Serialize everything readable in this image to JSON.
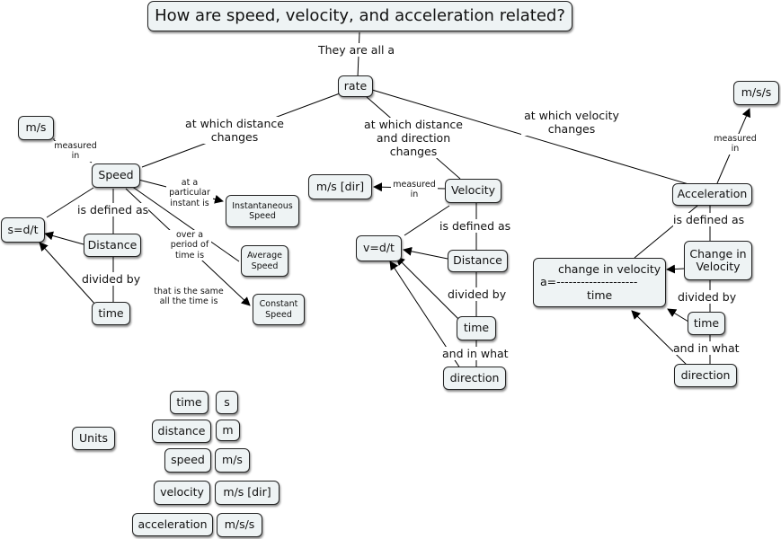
{
  "title": "How are speed, velocity, and acceleration related?",
  "nodes": {
    "rate": "rate",
    "speed": "Speed",
    "ms_speed": "m/s",
    "sdt": "s=d/t",
    "distance_speed": "Distance",
    "time_speed": "time",
    "instantaneous": "Instantaneous Speed",
    "average": "Average Speed",
    "constant": "Constant Speed",
    "velocity": "Velocity",
    "ms_dir": "m/s [dir]",
    "vdt": "v=d/t",
    "distance_vel": "Distance",
    "time_vel": "time",
    "direction_vel": "direction",
    "acceleration": "Acceleration",
    "mss": "m/s/s",
    "change_in_velocity": "Change in Velocity",
    "formula_l1": "change in velocity",
    "formula_l2": "a=--------------------",
    "formula_l3": "time",
    "time_acc": "time",
    "direction_acc": "direction"
  },
  "links": {
    "all_a": "They are all a",
    "distance_changes": "at which distance changes",
    "distance_direction_changes": "at which distance and direction changes",
    "velocity_changes": "at which velocity changes",
    "measured_in_speed": "measured in",
    "defined_speed": "is defined as",
    "divided_speed": "divided by",
    "particular_instant": "at a particular instant is",
    "period_of_time": "over a period of time is",
    "same_all_time": "that is the same all the time is",
    "measured_in_vel": "measured in",
    "defined_vel": "is defined as",
    "divided_vel": "divided by",
    "in_what_vel": "and in what",
    "measured_in_acc": "measured in",
    "defined_acc": "is defined as",
    "divided_acc": "divided by",
    "in_what_acc": "and in what"
  },
  "units": {
    "label": "Units",
    "rows": [
      {
        "quantity": "time",
        "unit": "s"
      },
      {
        "quantity": "distance",
        "unit": "m"
      },
      {
        "quantity": "speed",
        "unit": "m/s"
      },
      {
        "quantity": "velocity",
        "unit": "m/s [dir]"
      },
      {
        "quantity": "acceleration",
        "unit": "m/s/s"
      }
    ]
  }
}
